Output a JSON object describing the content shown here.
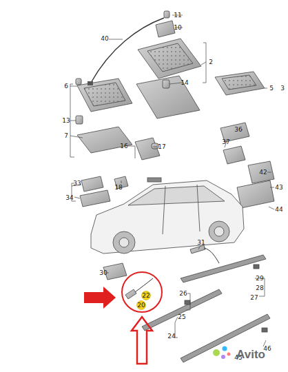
{
  "diagram": {
    "labels": [
      "11",
      "10",
      "40",
      "2",
      "6",
      "14",
      "5",
      "3",
      "13",
      "7",
      "16",
      "17",
      "36",
      "37",
      "42",
      "33",
      "34",
      "18",
      "43",
      "44",
      "31",
      "30",
      "22",
      "20",
      "26",
      "29",
      "28",
      "27",
      "25",
      "24",
      "46",
      "45",
      "Avito"
    ]
  }
}
